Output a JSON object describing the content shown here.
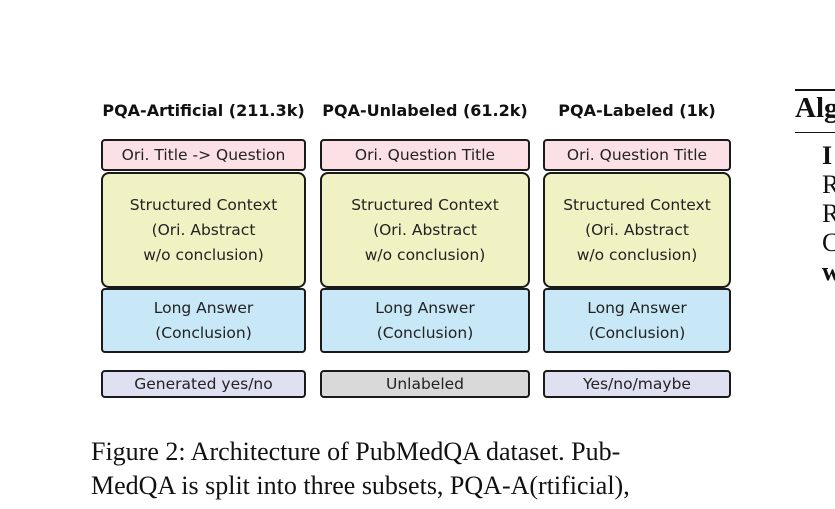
{
  "columns": [
    {
      "title": "PQA-Artificial (211.3k)",
      "question": "Ori. Title -> Question",
      "context": [
        "Structured Context",
        "(Ori. Abstract",
        "w/o conclusion)"
      ],
      "answer": [
        "Long Answer",
        "(Conclusion)"
      ],
      "label": "Generated yes/no"
    },
    {
      "title": "PQA-Unlabeled (61.2k)",
      "question": "Ori. Question Title",
      "context": [
        "Structured Context",
        "(Ori. Abstract",
        "w/o conclusion)"
      ],
      "answer": [
        "Long Answer",
        "(Conclusion)"
      ],
      "label": "Unlabeled"
    },
    {
      "title": "PQA-Labeled (1k)",
      "question": "Ori. Question Title",
      "context": [
        "Structured Context",
        "(Ori. Abstract",
        "w/o conclusion)"
      ],
      "answer": [
        "Long Answer",
        "(Conclusion)"
      ],
      "label": "Yes/no/maybe"
    }
  ],
  "caption": {
    "line1": "Figure 2:  Architecture of PubMedQA dataset.  Pub-",
    "line2": "MedQA is split into three subsets, PQA-A(rtificial),"
  },
  "algorithm_fragment": {
    "heading": "Alg",
    "lines": [
      "I",
      "R",
      "R",
      "C",
      "w"
    ]
  },
  "colors": {
    "question_box": "#fbe0e6",
    "context_box": "#f1f2c4",
    "answer_box": "#c8e8f7",
    "label_box_labeled": "#dfe0f1",
    "label_box_unlabeled": "#d9d9d9",
    "border": "#1a1a1a"
  }
}
